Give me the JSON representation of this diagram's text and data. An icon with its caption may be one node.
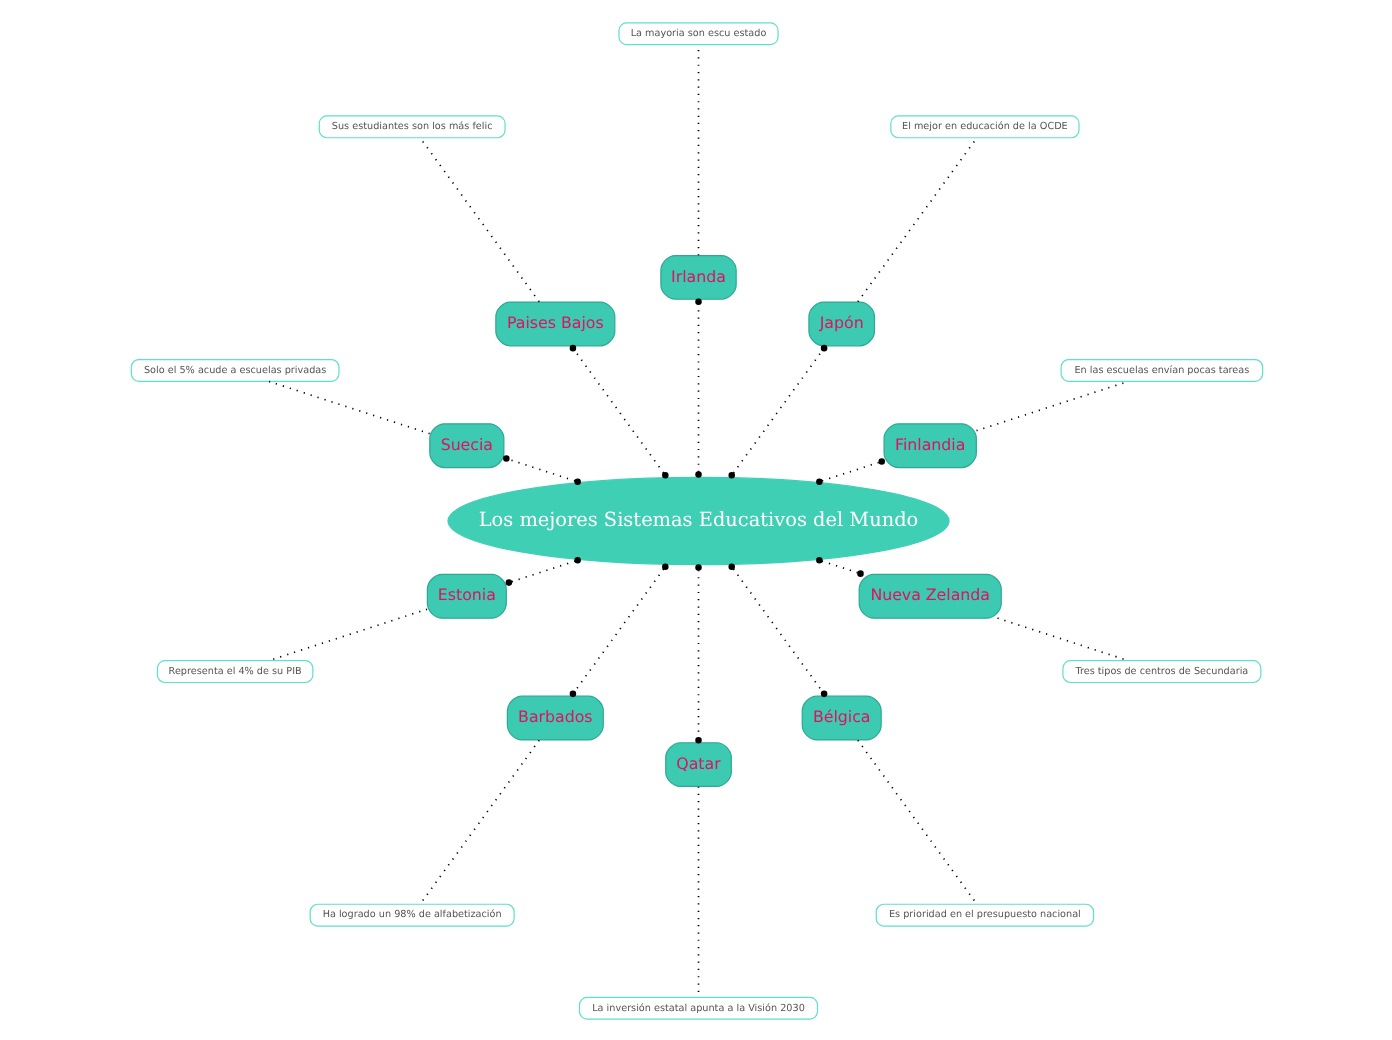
{
  "diagram": {
    "nodes": [
      {
        "text": [
          "Los mejores Sistemas Educativos del Mundo"
        ]
      },
      {
        "text": [
          "Finlandia"
        ]
      },
      {
        "text": [
          "En las escuelas envían pocas tareas"
        ]
      },
      {
        "text": [
          "Japón"
        ]
      },
      {
        "text": [
          "El mejor en educación de la OCDE"
        ]
      },
      {
        "text": [
          "Irlanda"
        ]
      },
      {
        "text": [
          "La mayoria son escu estado"
        ]
      },
      {
        "text": [
          "Paises Bajos"
        ]
      },
      {
        "text": [
          "Sus estudiantes son los más felic"
        ]
      },
      {
        "text": [
          "Suecia"
        ]
      },
      {
        "text": [
          "Solo el 5% acude a escuelas privadas"
        ]
      },
      {
        "text": [
          "Estonia"
        ]
      },
      {
        "text": [
          "Representa el 4% de su PIB"
        ]
      },
      {
        "text": [
          "Barbados"
        ]
      },
      {
        "text": [
          "Ha logrado un 98% de alfabetización"
        ]
      },
      {
        "text": [
          "Qatar"
        ]
      },
      {
        "text": [
          "La inversión estatal apunta a la Visión 2030"
        ]
      },
      {
        "text": [
          "Bélgica"
        ]
      },
      {
        "text": [
          "Es prioridad en el presupuesto nacional"
        ]
      },
      {
        "text": [
          "Nueva Zelanda"
        ]
      },
      {
        "text": [
          "Tres tipos de centros de Secundaria"
        ]
      }
    ],
    "edges": [
      {
        "from": 0,
        "to": 1,
        "arrow": "other"
      },
      {
        "from": 1,
        "to": 2,
        "arrow": "none"
      },
      {
        "from": 0,
        "to": 3,
        "arrow": "other"
      },
      {
        "from": 3,
        "to": 4,
        "arrow": "none"
      },
      {
        "from": 0,
        "to": 5,
        "arrow": "other"
      },
      {
        "from": 5,
        "to": 6,
        "arrow": "none"
      },
      {
        "from": 0,
        "to": 7,
        "arrow": "other"
      },
      {
        "from": 7,
        "to": 8,
        "arrow": "none"
      },
      {
        "from": 0,
        "to": 9,
        "arrow": "other"
      },
      {
        "from": 9,
        "to": 10,
        "arrow": "none"
      },
      {
        "from": 0,
        "to": 11,
        "arrow": "other"
      },
      {
        "from": 11,
        "to": 12,
        "arrow": "none"
      },
      {
        "from": 0,
        "to": 13,
        "arrow": "other"
      },
      {
        "from": 13,
        "to": 14,
        "arrow": "none"
      },
      {
        "from": 0,
        "to": 15,
        "arrow": "other"
      },
      {
        "from": 15,
        "to": 16,
        "arrow": "none"
      },
      {
        "from": 0,
        "to": 17,
        "arrow": "other"
      },
      {
        "from": 17,
        "to": 18,
        "arrow": "none"
      },
      {
        "from": 0,
        "to": 19,
        "arrow": "other"
      },
      {
        "from": 19,
        "to": 20,
        "arrow": "none"
      }
    ]
  }
}
